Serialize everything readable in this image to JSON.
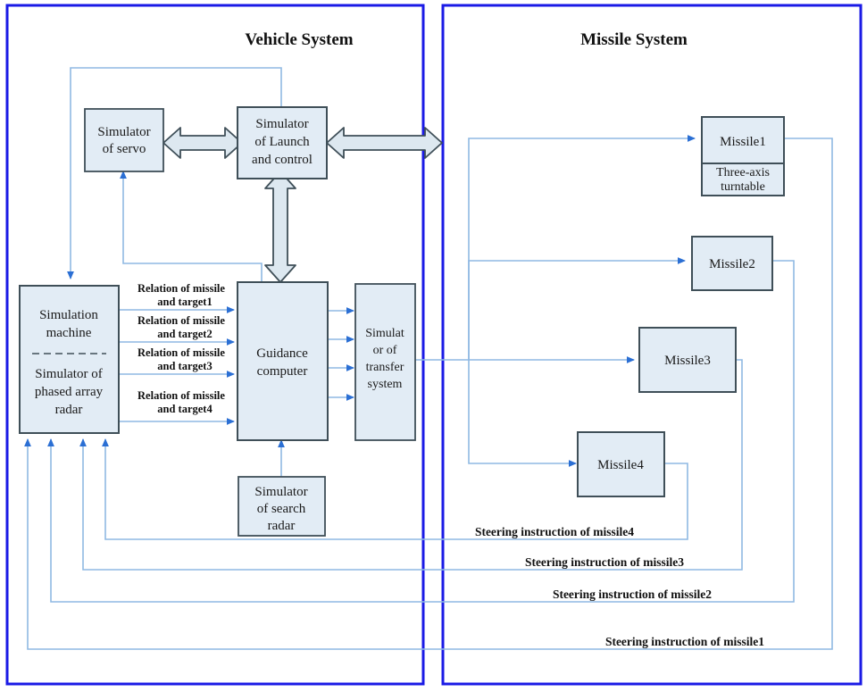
{
  "figure": {
    "type": "block-diagram",
    "background": "#ffffff",
    "frame_color": "#1a1ae6",
    "box_fill": "#e2ecf5",
    "box_stroke": "#3f4f58",
    "thin_arrow_color": "#2b6fd4",
    "thin_line_color": "#8fb9e3",
    "block_arrow_fill": "#dde8f0",
    "block_arrow_stroke": "#3f4f58"
  },
  "panels": [
    {
      "id": "vehicle",
      "title": "Vehicle System"
    },
    {
      "id": "missile",
      "title": "Missile System"
    }
  ],
  "boxes": {
    "servo": {
      "lines": [
        "Simulator",
        "of servo"
      ]
    },
    "launch": {
      "lines": [
        "Simulator",
        "of Launch",
        "and control"
      ]
    },
    "simulation_machine": {
      "lines_top": [
        "Simulation",
        "machine"
      ],
      "lines_bottom": [
        "Simulator of",
        "phased array",
        "radar"
      ]
    },
    "guidance": {
      "lines": [
        "Guidance",
        "computer"
      ]
    },
    "transfer": {
      "lines": [
        "Simulat",
        "or of",
        "transfer",
        "system"
      ]
    },
    "search_radar": {
      "lines": [
        "Simulator",
        "of search",
        "radar"
      ]
    },
    "missile1": {
      "label": "Missile1",
      "sub_lines": [
        "Three-axis",
        "turntable"
      ]
    },
    "missile2": {
      "label": "Missile2"
    },
    "missile3": {
      "label": "Missile3"
    },
    "missile4": {
      "label": "Missile4"
    }
  },
  "relation_labels": [
    {
      "line1": "Relation of missile",
      "line2": "and target1"
    },
    {
      "line1": "Relation of missile",
      "line2": "and target2"
    },
    {
      "line1": "Relation of missile",
      "line2": "and target3"
    },
    {
      "line1": "Relation of missile",
      "line2": "and target4"
    }
  ],
  "steering_labels": [
    "Steering instruction of missile4",
    "Steering instruction of missile3",
    "Steering instruction of missile2",
    "Steering instruction of missile1"
  ]
}
